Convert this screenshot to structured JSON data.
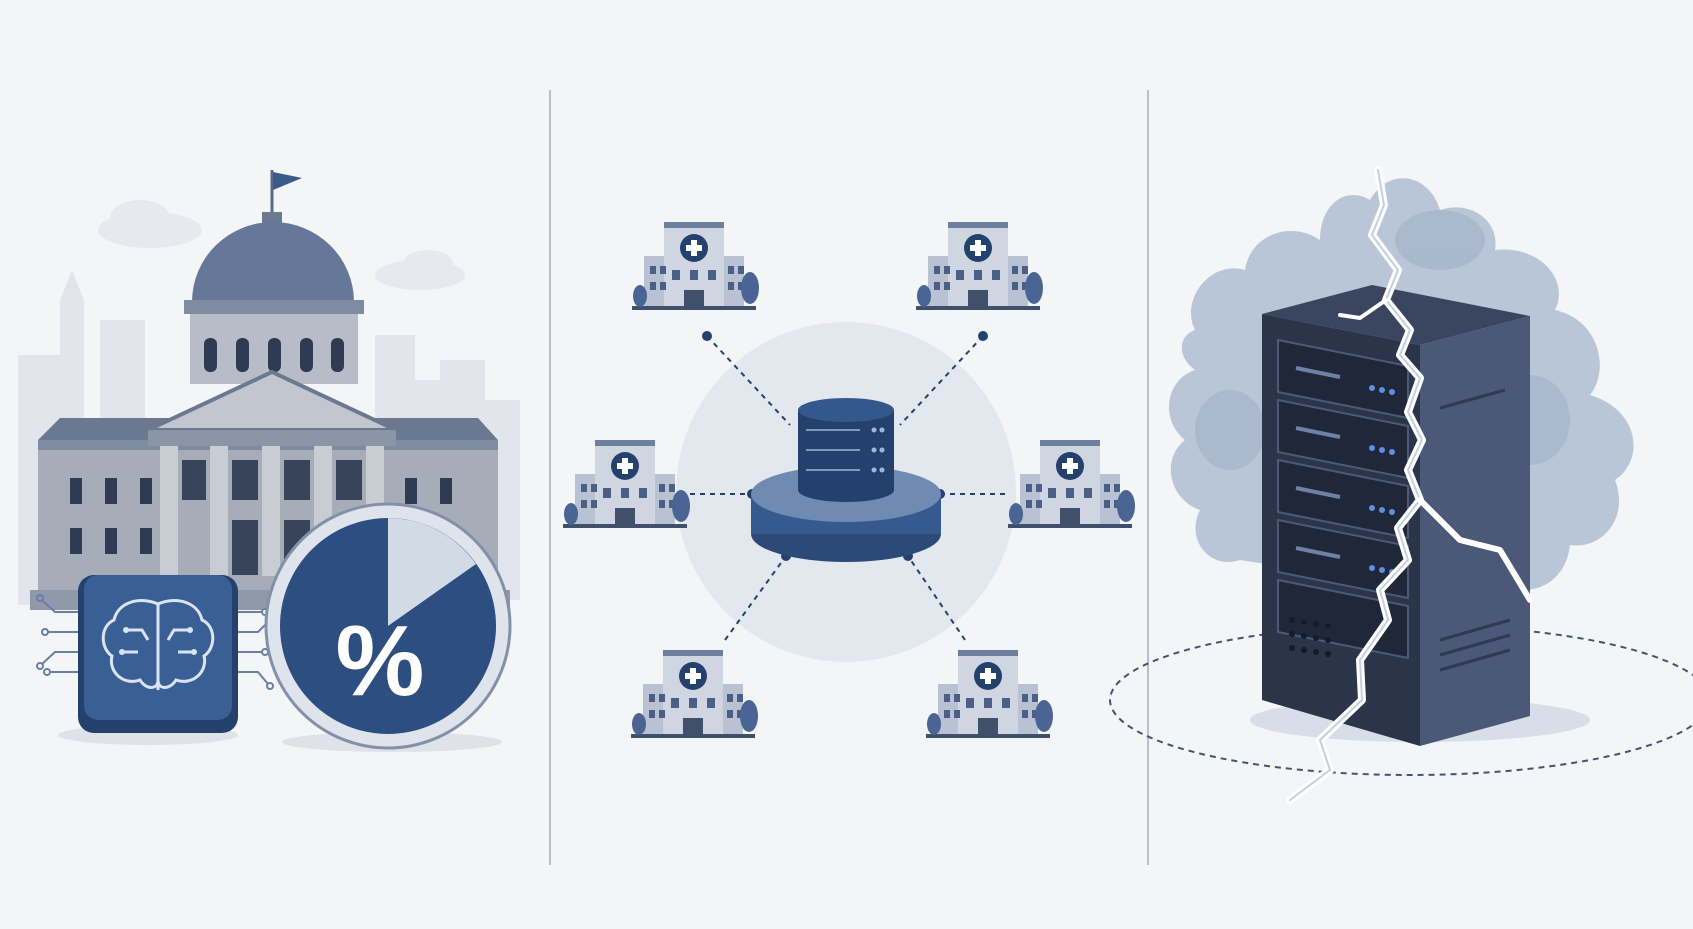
{
  "panels": [
    {
      "name": "government-ai-panel"
    },
    {
      "name": "hospital-network-panel"
    },
    {
      "name": "server-failure-panel"
    }
  ],
  "badge": {
    "symbol": "%"
  },
  "colors": {
    "background": "#f4f5f7",
    "navy": "#2b4a78",
    "navy_dark": "#1f3558",
    "slate": "#7e8aa0",
    "building_gray": "#9aa1ad",
    "light_blue": "#c9d3e1",
    "pale": "#e4e8ef",
    "server_dark": "#2a3346",
    "crack": "#ffffff"
  },
  "icons": [
    "capitol-building-icon",
    "ai-chip-icon",
    "percent-badge-icon",
    "central-database-icon",
    "hospital-icon",
    "server-rack-icon",
    "lightning-crack-icon"
  ]
}
